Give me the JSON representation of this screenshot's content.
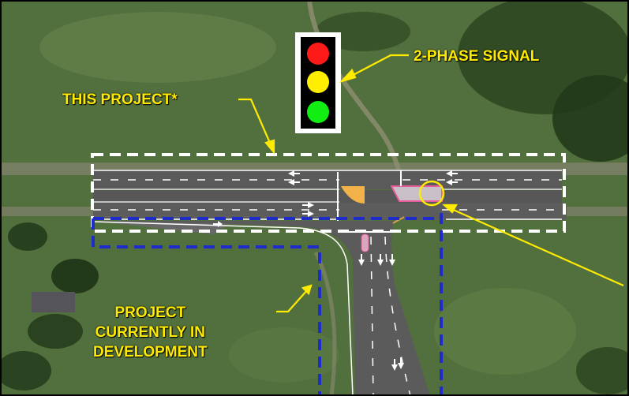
{
  "labels": {
    "signal": "2-PHASE SIGNAL",
    "this_project": "THIS PROJECT*",
    "development": [
      "PROJECT",
      "CURRENTLY IN",
      "DEVELOPMENT"
    ]
  },
  "signal_lights": [
    "red",
    "yellow",
    "green"
  ],
  "colors": {
    "callout": "#ffeb00",
    "this_project_boundary": "#ffffff",
    "development_boundary": "#1e2ccc",
    "signal_red": "#ff1a1a",
    "signal_yellow": "#ffee00",
    "signal_green": "#11ee11",
    "pavement": "#5a5a5a",
    "median_island": "#c9c0c7",
    "island_outline": "#e85a9a",
    "curb_accent": "#d8a24a"
  }
}
